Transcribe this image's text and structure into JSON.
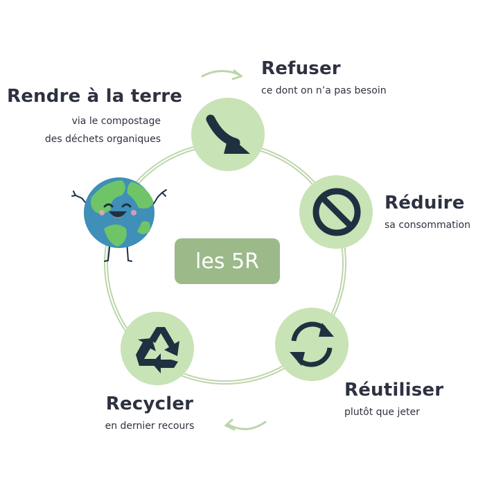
{
  "center_label": "les 5R",
  "steps": [
    {
      "title": "Refuser",
      "subtitle": "ce dont on n’a pas besoin",
      "icon": "down-right-arrow-icon"
    },
    {
      "title": "Réduire",
      "subtitle": "sa consommation",
      "icon": "prohibited-icon"
    },
    {
      "title": "Réutiliser",
      "subtitle": "plutôt que jeter",
      "icon": "refresh-cycle-icon"
    },
    {
      "title": "Recycler",
      "subtitle": "en dernier recours",
      "icon": "recycle-icon"
    },
    {
      "title": "Rendre à la terre",
      "subtitle_lines": [
        "via le compostage",
        "des déchets organiques"
      ],
      "icon": "happy-earth-icon"
    }
  ],
  "colors": {
    "ring": "#bcd5aa",
    "icon_circle": "#c8e3b5",
    "icon_dark": "#1f3040",
    "center_box": "#9cb98a",
    "text": "#2e3140",
    "earth_ocean": "#3f8fb8",
    "earth_land": "#6fc467"
  }
}
